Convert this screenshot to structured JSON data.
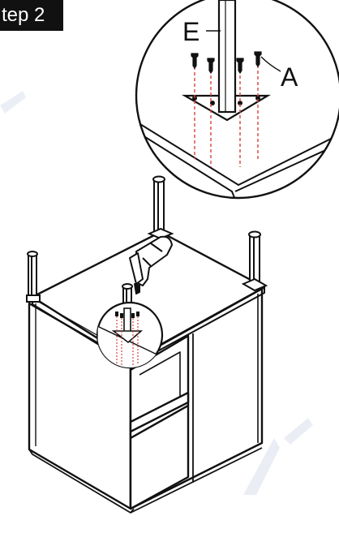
{
  "header": {
    "step_label": "tep 2"
  },
  "callouts": {
    "part_e": "E",
    "part_a": "A"
  },
  "colors": {
    "ink": "#111111",
    "guide": "#d6443c",
    "watermark": "#e6ebf2"
  },
  "icons": {
    "tool": "power-drill-icon",
    "fastener": "screw-icon"
  }
}
